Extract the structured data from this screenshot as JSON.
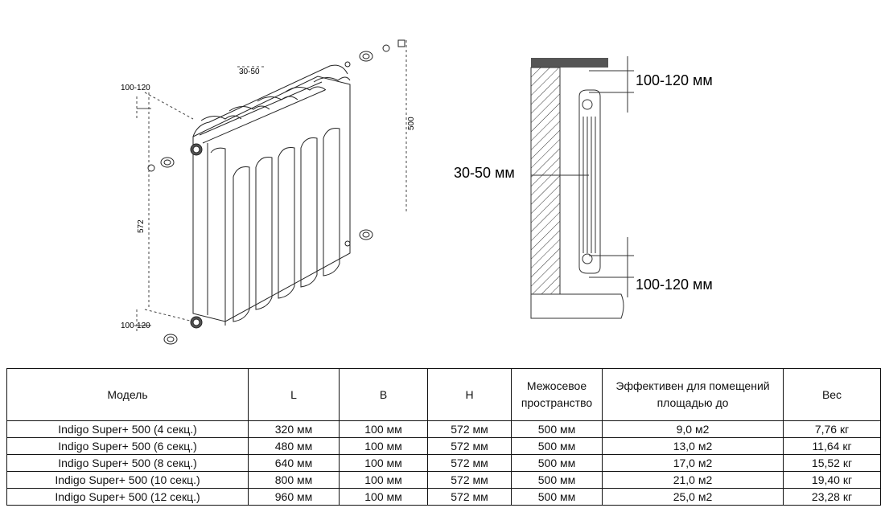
{
  "radiator_drawing": {
    "dim_top_offset": "100-120",
    "dim_wall_gap": "30-50",
    "dim_axis": "500",
    "dim_height": "572",
    "dim_bottom_offset": "100-120"
  },
  "wall_drawing": {
    "label_top": "100-120 мм",
    "label_gap": "30-50 мм",
    "label_bottom": "100-120 мм"
  },
  "table": {
    "headers": [
      {
        "lines": [
          "Модель"
        ]
      },
      {
        "lines": [
          "L"
        ]
      },
      {
        "lines": [
          "B"
        ]
      },
      {
        "lines": [
          "H"
        ]
      },
      {
        "lines": [
          "Межосевое",
          "пространство"
        ]
      },
      {
        "lines": [
          "Эффективен для помещений",
          "площадью до"
        ]
      },
      {
        "lines": [
          "Вес"
        ]
      }
    ],
    "rows": [
      [
        "Indigo Super+ 500 (4 секц.)",
        "320 мм",
        "100 мм",
        "572 мм",
        "500 мм",
        "9,0 м2",
        "7,76 кг"
      ],
      [
        "Indigo Super+ 500 (6 секц.)",
        "480 мм",
        "100 мм",
        "572 мм",
        "500 мм",
        "13,0 м2",
        "11,64 кг"
      ],
      [
        "Indigo Super+ 500 (8 секц.)",
        "640 мм",
        "100 мм",
        "572 мм",
        "500 мм",
        "17,0 м2",
        "15,52 кг"
      ],
      [
        "Indigo Super+ 500 (10 секц.)",
        "800 мм",
        "100 мм",
        "572 мм",
        "500 мм",
        "21,0 м2",
        "19,40 кг"
      ],
      [
        "Indigo Super+ 500 (12 секц.)",
        "960 мм",
        "100 мм",
        "572 мм",
        "500 мм",
        "25,0 м2",
        "23,28 кг"
      ]
    ]
  }
}
